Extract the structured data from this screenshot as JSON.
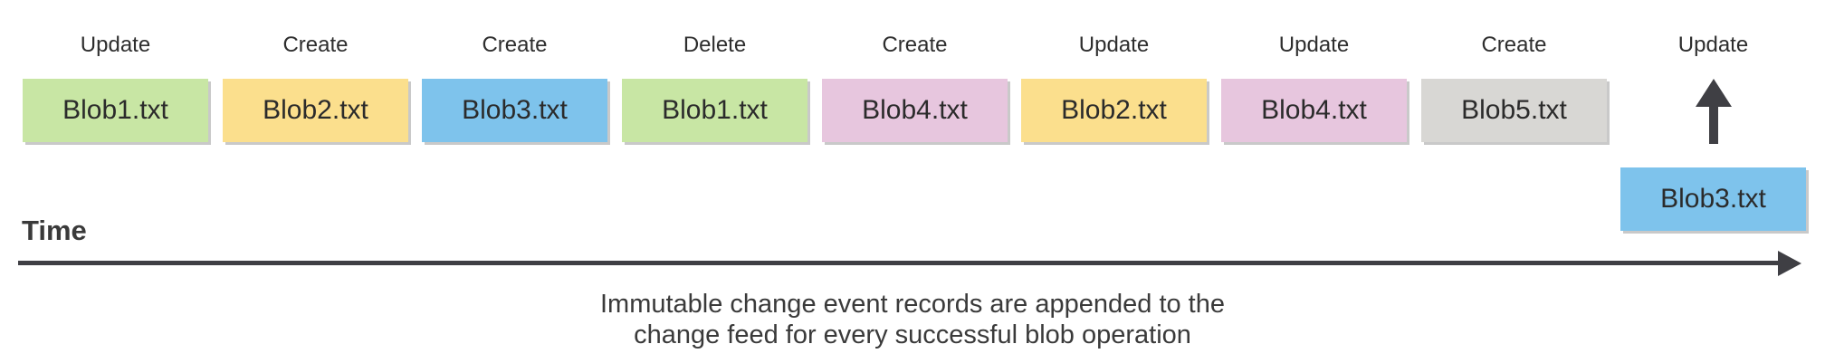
{
  "colors": {
    "arrow": "#3f3f44",
    "label_text": "#2e2e2e",
    "box_text": "#2b2b2b",
    "box_shadow": "#c9c9c9",
    "green": "#c8e6a4",
    "yellow": "#fbdf8d",
    "blue": "#7ec3ec",
    "pink": "#e7c6de",
    "gray": "#d8d7d4"
  },
  "diagram": {
    "events": [
      {
        "operation": "Update",
        "file": "Blob1.txt",
        "color": "#c8e6a4"
      },
      {
        "operation": "Create",
        "file": "Blob2.txt",
        "color": "#fbdf8d"
      },
      {
        "operation": "Create",
        "file": "Blob3.txt",
        "color": "#7ec3ec"
      },
      {
        "operation": "Delete",
        "file": "Blob1.txt",
        "color": "#c8e6a4"
      },
      {
        "operation": "Create",
        "file": "Blob4.txt",
        "color": "#e7c6de"
      },
      {
        "operation": "Update",
        "file": "Blob2.txt",
        "color": "#fbdf8d"
      },
      {
        "operation": "Update",
        "file": "Blob4.txt",
        "color": "#e7c6de"
      },
      {
        "operation": "Create",
        "file": "Blob5.txt",
        "color": "#d8d7d4"
      },
      {
        "operation": "Update",
        "file": "Blob3.txt",
        "color": "#7ec3ec",
        "being_appended": true
      }
    ],
    "icons": {
      "append_arrow": "up-arrow",
      "timeline_arrow": "right-arrow"
    },
    "timeline": {
      "label": "Time"
    },
    "caption": {
      "line1": "Immutable change event records are appended to the",
      "line2": "change feed for every successful blob operation"
    }
  }
}
